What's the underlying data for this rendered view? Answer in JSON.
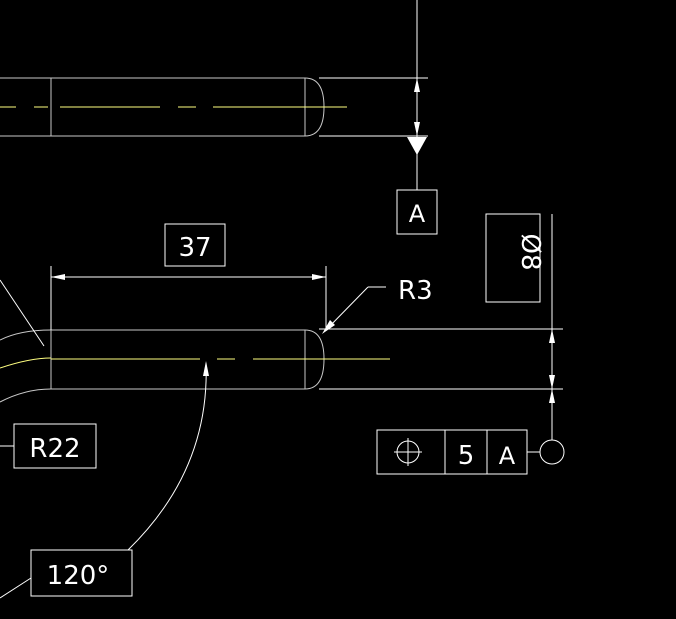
{
  "drawing": {
    "background_color": "#000000",
    "line_color": "#ffffff",
    "center_line_color": "#ffff80",
    "outline_color": "#c8c8c8",
    "dimensions": {
      "length": "37",
      "fillet_radius": "R3",
      "bend_radius": "R22",
      "bend_angle": "120°"
    },
    "datum": {
      "label": "A"
    },
    "diameter_callout": {
      "value": "Ø8"
    },
    "feature_control_frame": {
      "symbol": "position-icon",
      "tolerance": "5",
      "datum_ref": "A"
    }
  }
}
